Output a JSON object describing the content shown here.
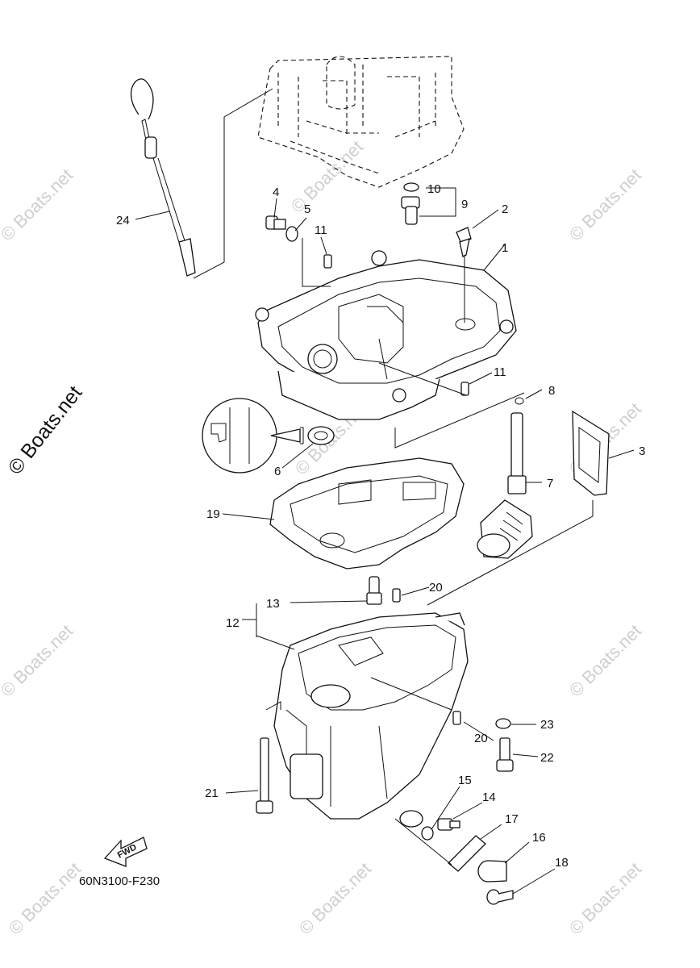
{
  "diagram_code": "60N3100-F230",
  "fwd_label": "FWD",
  "watermark": "© Boats.net",
  "side_watermark": "© Boats.net",
  "callouts": {
    "c1": "1",
    "c2": "2",
    "c3": "3",
    "c4": "4",
    "c5": "5",
    "c6": "6",
    "c7": "7",
    "c8": "8",
    "c9": "9",
    "c10": "10",
    "c11a": "11",
    "c11b": "11",
    "c12": "12",
    "c13": "13",
    "c14": "14",
    "c15": "15",
    "c16": "16",
    "c17": "17",
    "c18": "18",
    "c19": "19",
    "c20a": "20",
    "c20b": "20",
    "c21": "21",
    "c22": "22",
    "c23": "23",
    "c24": "24"
  }
}
